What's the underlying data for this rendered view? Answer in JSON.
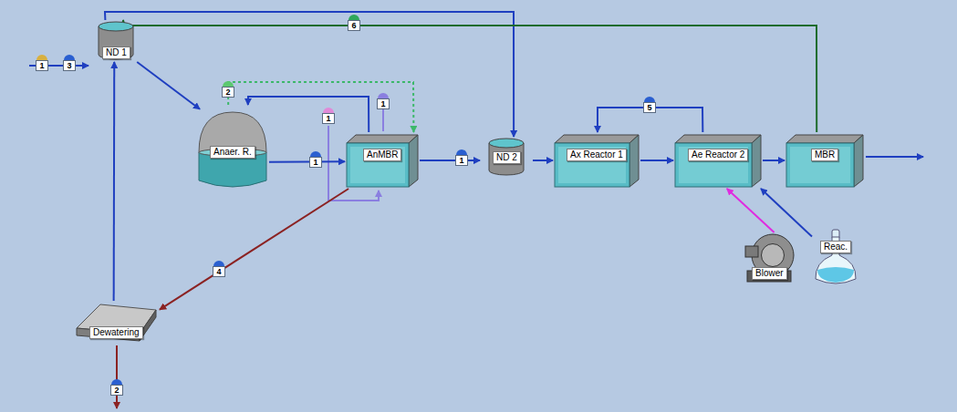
{
  "diagram": {
    "nodes": [
      {
        "text": [
          "ND 1"
        ]
      },
      {
        "text": [
          "Anaer. R."
        ]
      },
      {
        "text": [
          "AnMBR"
        ]
      },
      {
        "text": [
          "ND 2"
        ]
      },
      {
        "text": [
          "Ax Reactor 1"
        ]
      },
      {
        "text": [
          "Ae Reactor 2"
        ]
      },
      {
        "text": [
          "MBR"
        ]
      },
      {
        "text": [
          "Dewatering"
        ]
      },
      {
        "text": [
          "Blower"
        ]
      },
      {
        "text": [
          "Reac."
        ]
      }
    ],
    "edges": [
      {
        "from": 0,
        "to": 1,
        "arrow": "to"
      },
      {
        "from": 1,
        "to": 2,
        "label": "1",
        "arrow": "to"
      },
      {
        "from": 2,
        "to": 1,
        "arrow": "to"
      },
      {
        "from": 1,
        "to": 2,
        "label": "2",
        "arrow": "to"
      },
      {
        "from": 2,
        "to": 3,
        "label": "1",
        "arrow": "to"
      },
      {
        "from": 0,
        "to": 3,
        "arrow": "to"
      },
      {
        "from": 3,
        "to": 4,
        "arrow": "to"
      },
      {
        "from": 4,
        "to": 5,
        "arrow": "to"
      },
      {
        "from": 5,
        "to": 4,
        "label": "5",
        "arrow": "to"
      },
      {
        "from": 5,
        "to": 6,
        "arrow": "to"
      },
      {
        "from": 6,
        "to": 0,
        "label": "6",
        "arrow": "to"
      },
      {
        "from": 2,
        "to": 7,
        "label": "4",
        "arrow": "to"
      },
      {
        "from": 7,
        "to": 0,
        "arrow": "to"
      },
      {
        "from": 8,
        "to": 5,
        "arrow": "to"
      },
      {
        "from": 9,
        "to": 5,
        "arrow": "to"
      }
    ],
    "labels": [
      "1",
      "3",
      "1",
      "1",
      "2"
    ]
  }
}
